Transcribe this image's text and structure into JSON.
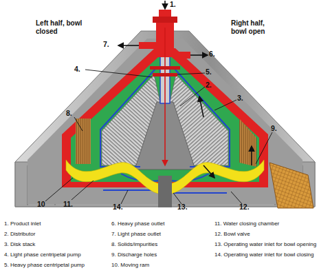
{
  "diagram": {
    "labels": [
      "Left half, bowl closed",
      "Right half, bowl open",
      "1.",
      "7.",
      "6.",
      "4.",
      "5.",
      "2.",
      "3.",
      "8.",
      "9.",
      "10",
      "11.",
      "14.",
      "13.",
      "12.",
      "1. Product inlet",
      "2. Distributor",
      "3. Disk stack",
      "4. Light phase centripetal pump",
      "5. Heavy phase centripetal pump",
      "6. Heavy phase outlet",
      "7. Light phase outlet",
      "8. Solids/impurities",
      "9. Discharge holes",
      "10. Moving ram",
      "11. Water closing chamber",
      "12. Bowl valve",
      "13. Operating water inlet for bowl opening",
      "14. Operating water inlet for bowl closing"
    ]
  }
}
